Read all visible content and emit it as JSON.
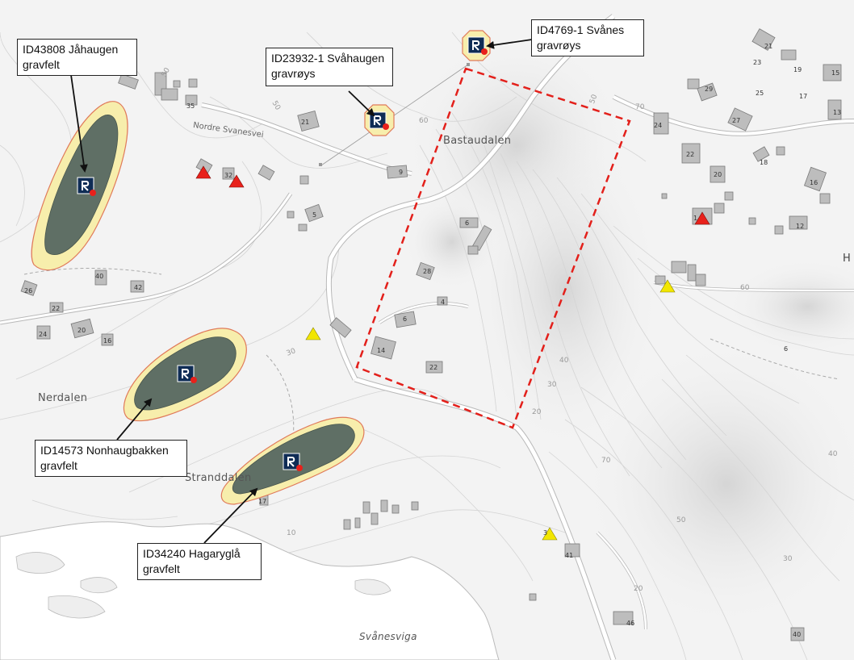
{
  "callouts": {
    "jahaugen": [
      "ID43808 Jåhaugen",
      "gravfelt"
    ],
    "svahaugen": [
      "ID23932-1 Svåhaugen",
      "gravrøys"
    ],
    "svanes": [
      "ID4769-1 Svånes",
      "gravrøys"
    ],
    "nonhaugbakken": [
      "ID14573 Nonhaugbakken",
      "gravfelt"
    ],
    "hagaryglaa": [
      "ID34240 Hagaryglå",
      "gravfelt"
    ]
  },
  "places": {
    "bastaudalen": "Bastaudalen",
    "nerdalen": "Nerdalen",
    "stranddalen": "Stranddalen",
    "svanesviga": "Svånesviga",
    "edge_h": "H"
  },
  "roads": {
    "nordre_svanesvei": "Nordre Svanesvei"
  },
  "house_numbers": {
    "n21a": "21",
    "n35": "35",
    "n32": "32",
    "n9": "9",
    "n5": "5",
    "n6a": "6",
    "n28": "28",
    "n4": "4",
    "n6b": "6",
    "n14": "14",
    "n22a": "22",
    "n40a": "40",
    "n42": "42",
    "n26": "26",
    "n22b": "22",
    "n24a": "24",
    "n20a": "20",
    "n16a": "16",
    "n17": "17",
    "n41": "41",
    "n46": "46",
    "n40b": "40",
    "n21b": "21",
    "n23": "23",
    "n19": "19",
    "n15": "15",
    "n29": "29",
    "n25": "25",
    "n17b": "17",
    "n13": "13",
    "n24b": "24",
    "n27": "27",
    "n22c": "22",
    "n18": "18",
    "n20b": "20",
    "n16b": "16",
    "n12": "12",
    "n1": "1",
    "n3": "3",
    "n6c": "6"
  },
  "contour_labels": {
    "c50a": "50",
    "c60a": "60",
    "c50b": "50",
    "c50c": "50",
    "c70a": "70",
    "c60b": "60",
    "c40a": "40",
    "c30a": "30",
    "c20a": "20",
    "c30b": "30",
    "c40b": "40",
    "c70b": "70",
    "c50d": "50",
    "c10": "10",
    "c30c": "30",
    "c20b": "20"
  },
  "colors": {
    "zone_fill": "#5f6f65",
    "zone_buffer": "#f7eeac",
    "zone_outline": "#e07a5a",
    "marker_bg": "#0f2c55",
    "marker_dot": "#e8211b",
    "warning_red": "#e8211b",
    "warning_yellow": "#f2e600",
    "study_area_dash": "#e3201b",
    "sea": "#ffffff"
  }
}
